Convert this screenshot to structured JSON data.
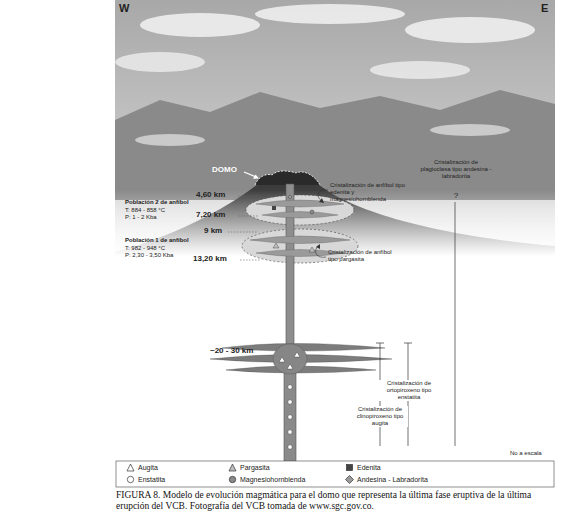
{
  "diagram": {
    "caption": "FIGURA 8. Modelo de evolución magmática para el domo que representa la última fase eruptiva de la última erupción del VCB. Fotografía del VCB tomada de www.sgc.gov.co.",
    "labels": [
      "W",
      "E",
      "DOMO",
      "4,60 km",
      "Población 2 de anfíbol",
      "T: 884 - 858 °C",
      "P: 1 - 2 Kba",
      "7,20 km",
      "9 km",
      "Población 1 de anfíbol",
      "T: 982 - 948 °C",
      "P: 2,30 - 3,50 Kba",
      "13,20 km",
      "~20 - 30 km",
      "Cristalización de anfíbol tipo edenita y magnesiohornblenda",
      "Cristalización de anfíbol tipo pargasita",
      "Cristalización de plagioclasa tipo andesina - labradorita",
      "?",
      "Cristalización de ortopiroxeno tipo enstatita",
      "Cristalización de clinopiroxeno tipo augita",
      "No a escala"
    ],
    "legend": [
      {
        "text": "Augita"
      },
      {
        "text": "Pargasita"
      },
      {
        "text": "Edenita"
      },
      {
        "text": "Enstatita"
      },
      {
        "text": "Magnesiohornblenda"
      },
      {
        "text": "Andesina - Labradorita"
      }
    ]
  }
}
